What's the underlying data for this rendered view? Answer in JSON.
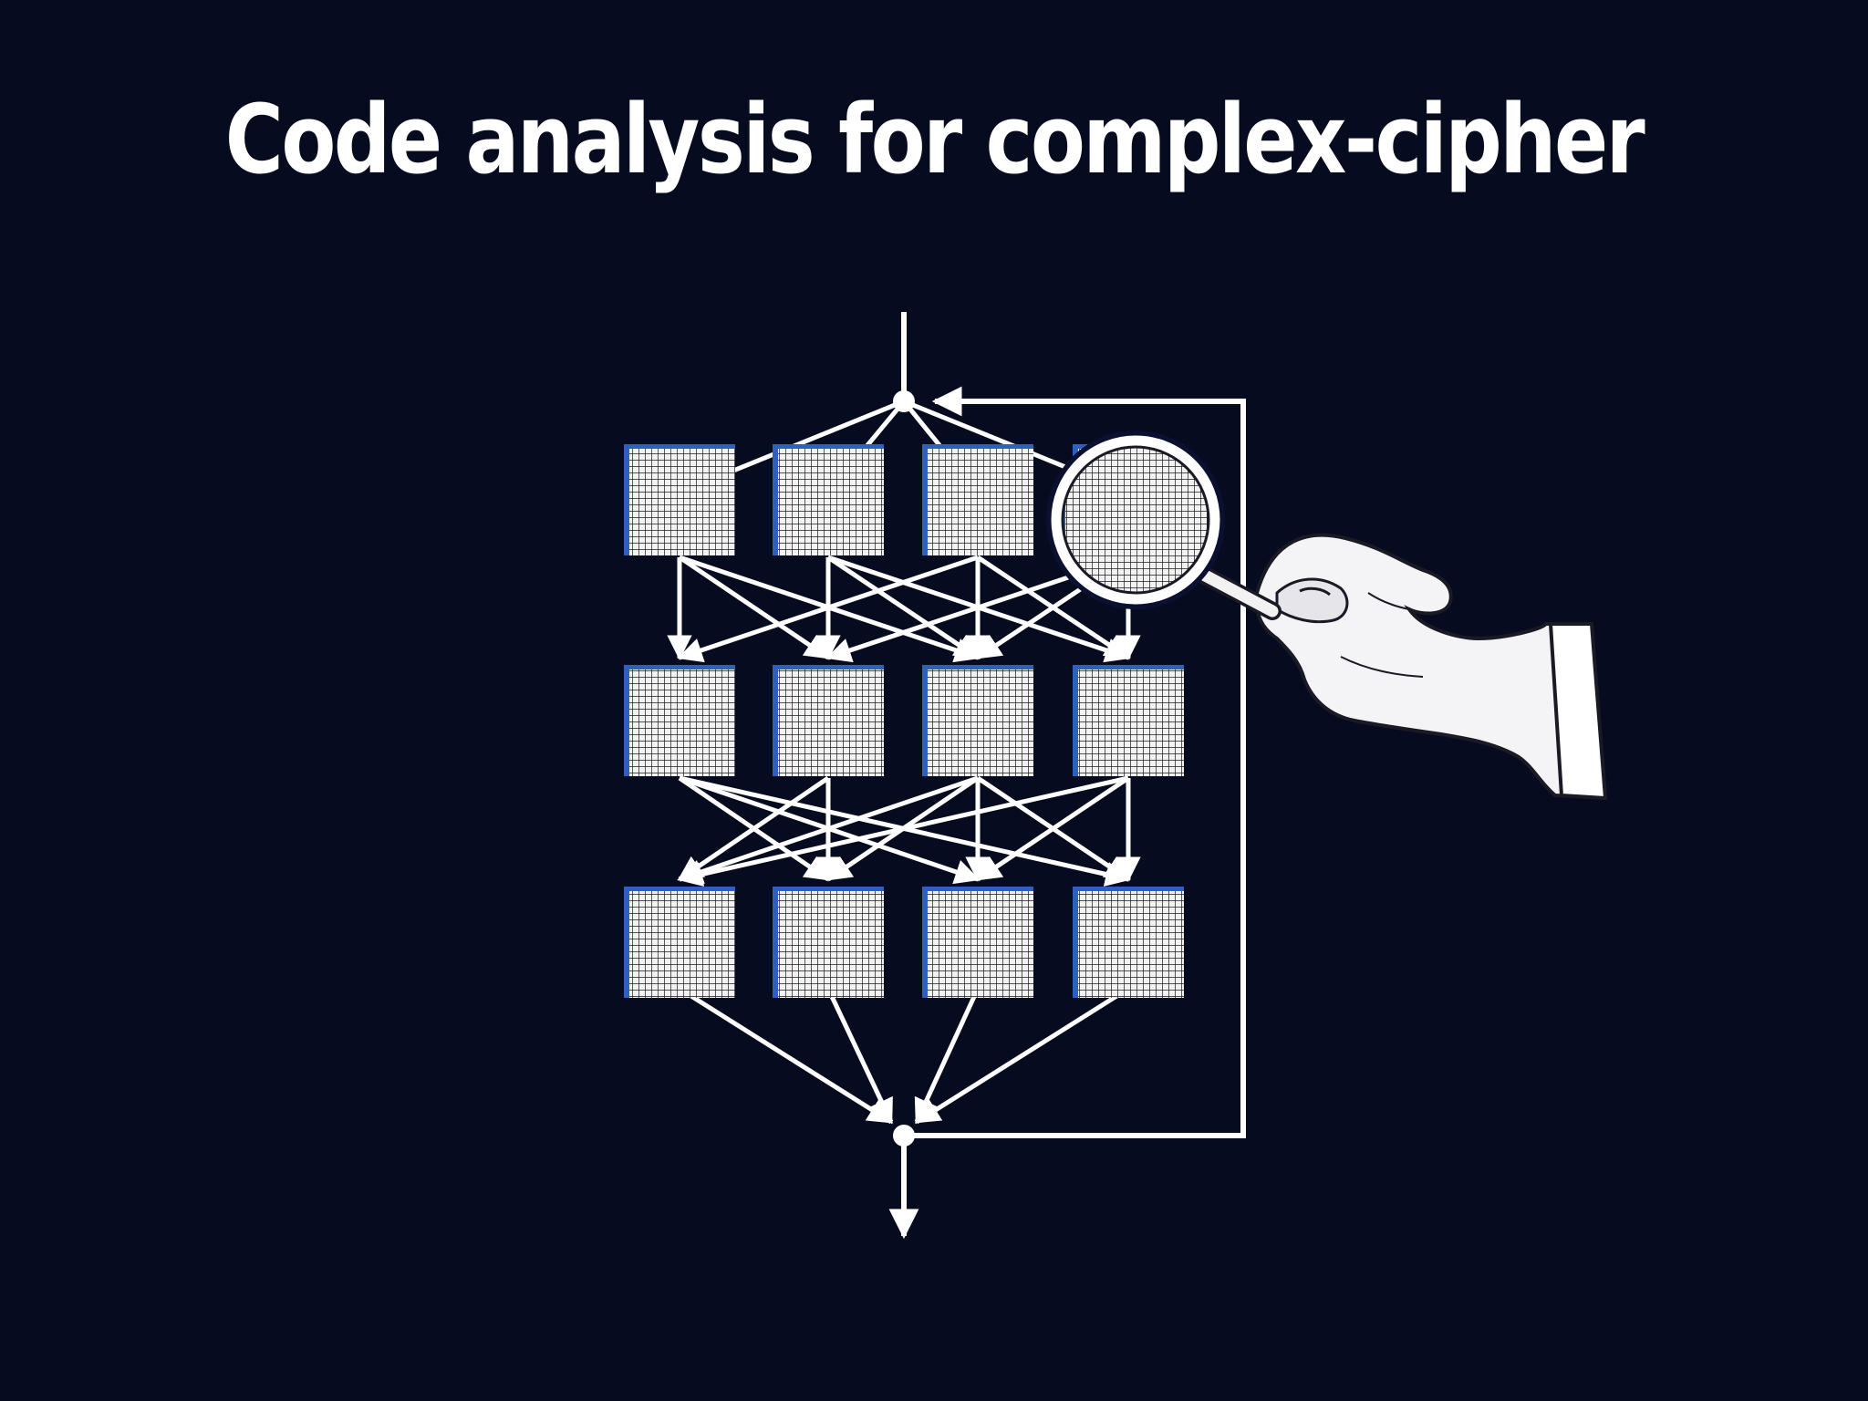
{
  "slide": {
    "title": "Code analysis for complex-cipher"
  },
  "diagram": {
    "layers": 3,
    "blocks_per_layer": 4,
    "colors": {
      "background": "#070b20",
      "block_fill": "#f2f2f2",
      "block_grid": "#1a1a1a",
      "block_shadow": "#2f5fbf",
      "arrow": "#ffffff",
      "glove": "#f4f4f6"
    },
    "connections": {
      "input_to_layer1": [
        [
          0,
          0
        ],
        [
          0,
          1
        ],
        [
          0,
          2
        ],
        [
          0,
          3
        ]
      ],
      "layer1_to_layer2": [
        [
          0,
          0
        ],
        [
          0,
          1
        ],
        [
          0,
          2
        ],
        [
          1,
          1
        ],
        [
          1,
          2
        ],
        [
          2,
          2
        ],
        [
          2,
          3
        ],
        [
          3,
          3
        ],
        [
          2,
          0
        ],
        [
          3,
          1
        ],
        [
          3,
          2
        ],
        [
          1,
          3
        ]
      ],
      "layer2_to_layer3": [
        [
          0,
          1
        ],
        [
          0,
          2
        ],
        [
          0,
          3
        ],
        [
          1,
          1
        ],
        [
          2,
          0
        ],
        [
          2,
          1
        ],
        [
          2,
          2
        ],
        [
          2,
          3
        ],
        [
          3,
          0
        ],
        [
          3,
          2
        ],
        [
          1,
          0
        ],
        [
          3,
          3
        ]
      ]
    },
    "icons": [
      "magnifying-glass-icon",
      "gloved-hand-icon"
    ]
  }
}
